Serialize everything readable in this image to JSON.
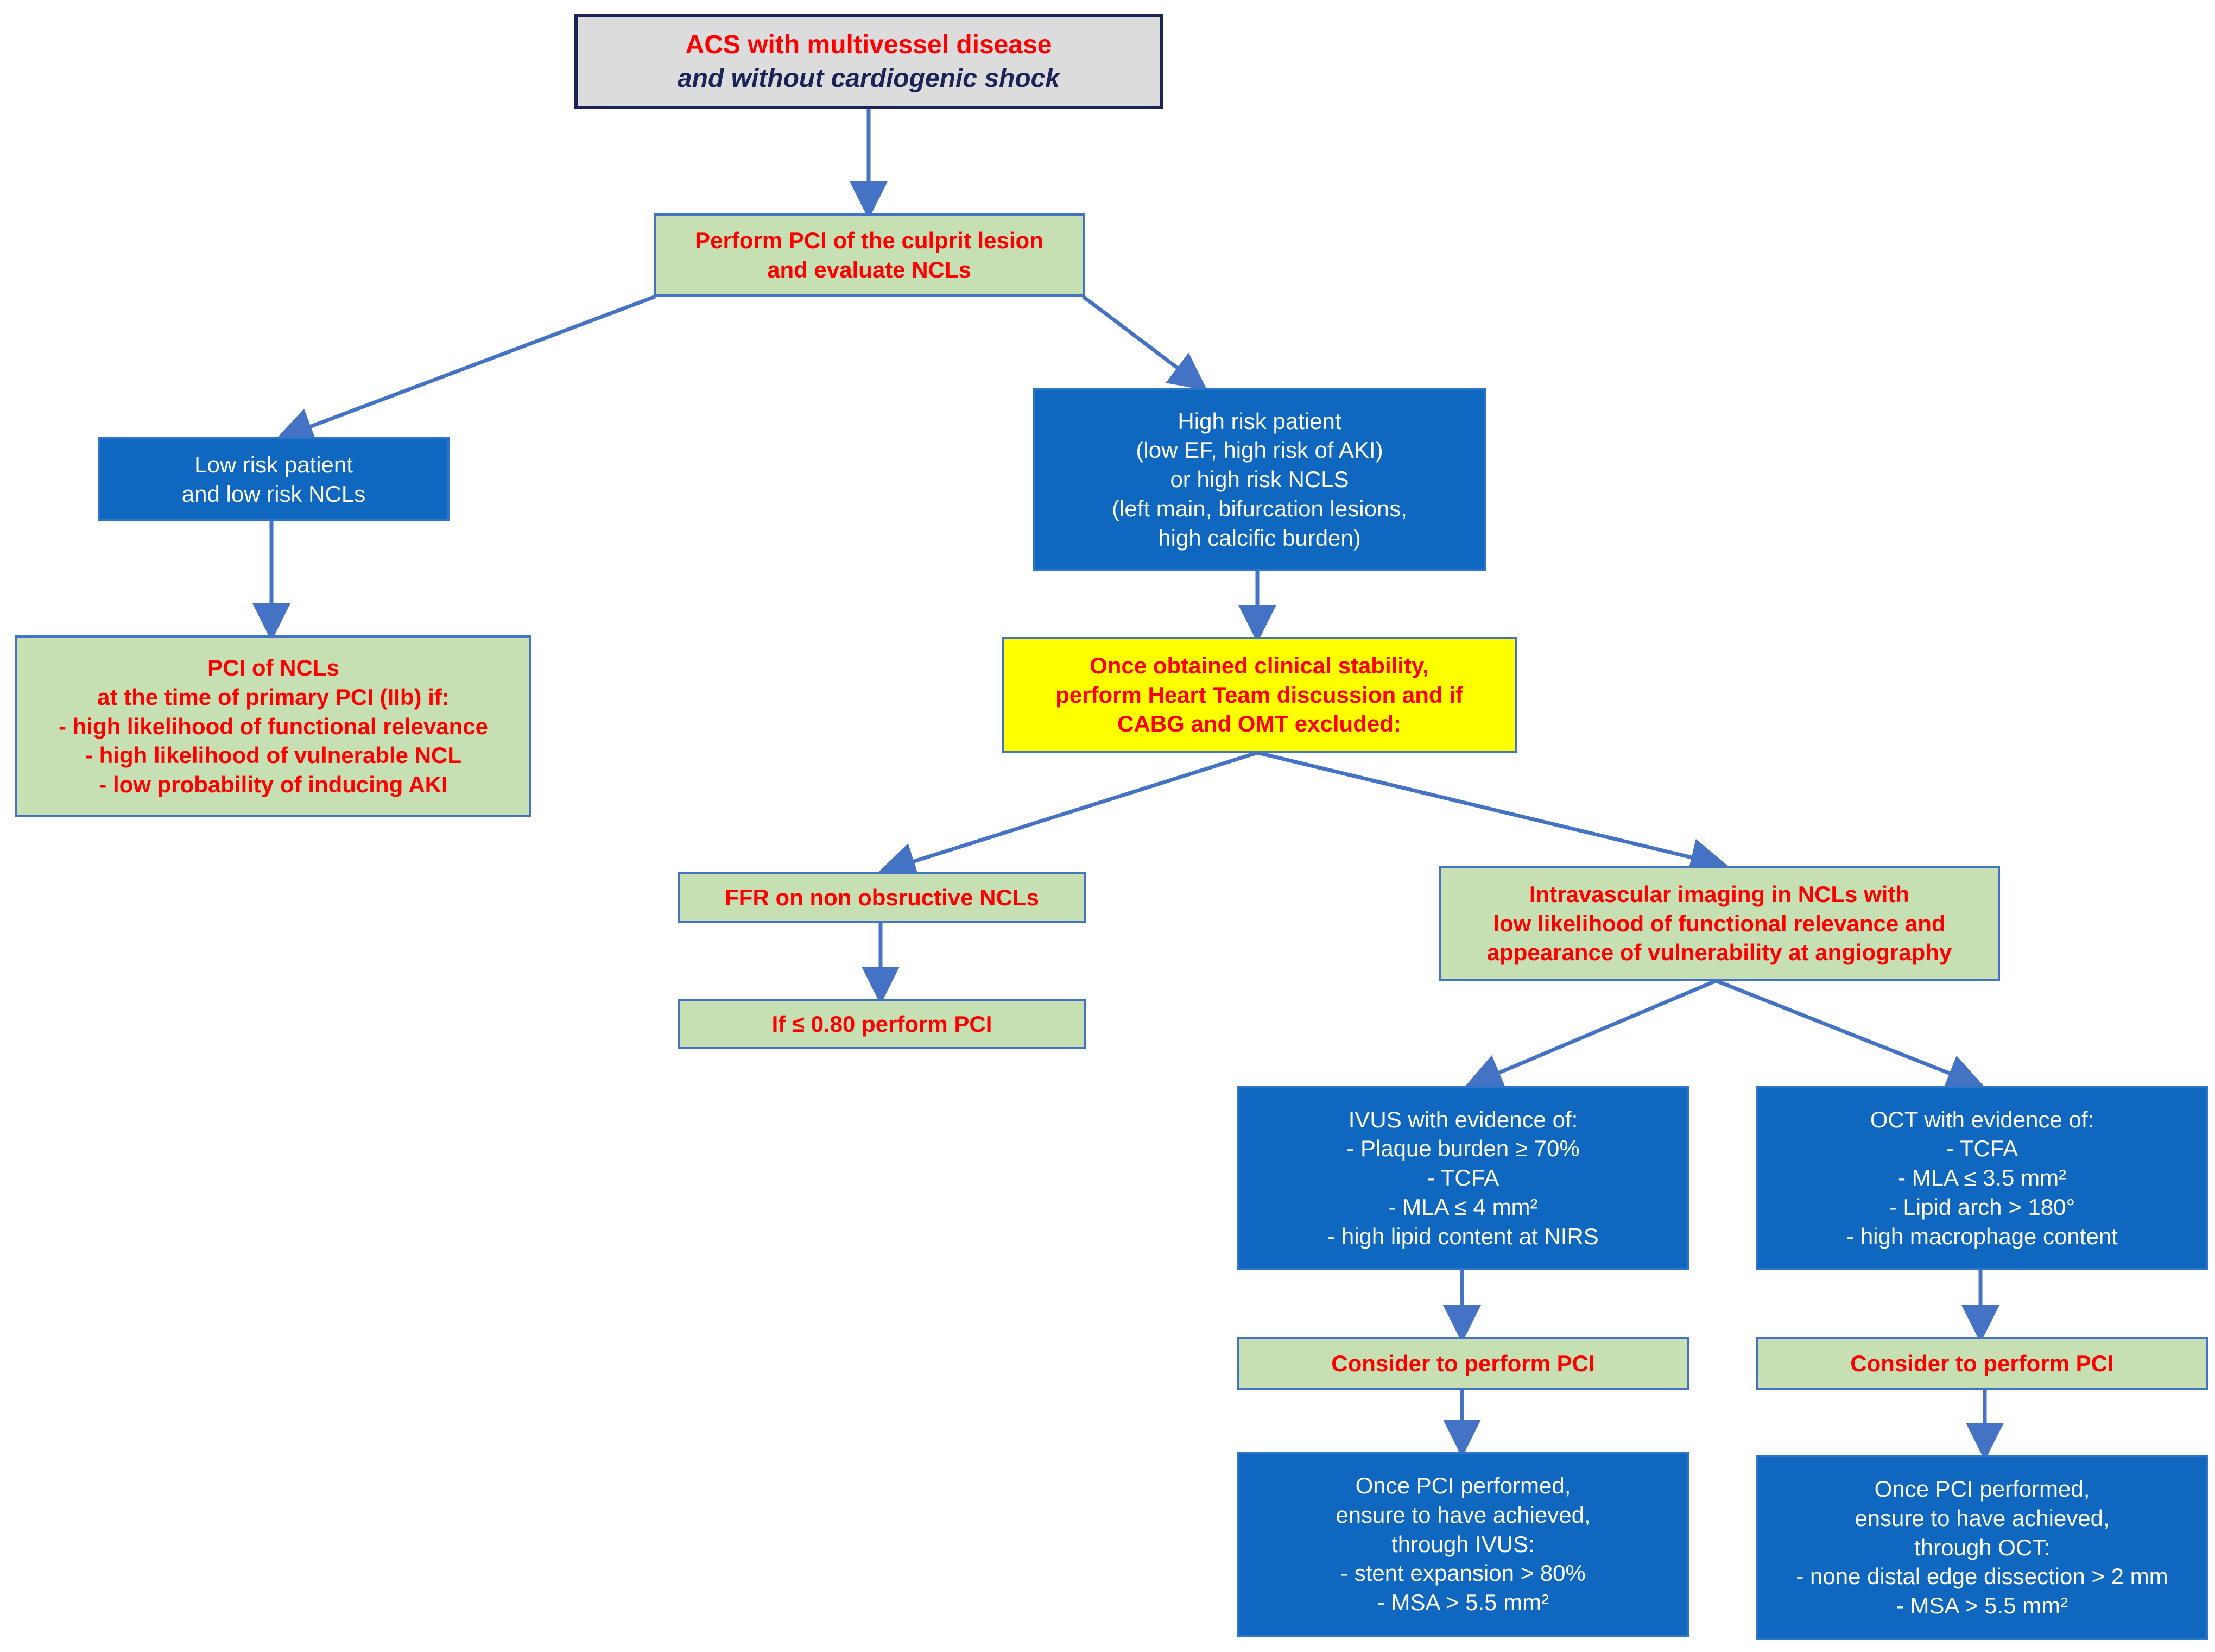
{
  "colors": {
    "connector": "#4472c4",
    "green_box": "#c6e0b4",
    "blue_box": "#0f67c0",
    "yellow_box": "#ffff00",
    "gray_box": "#dcdcdc",
    "red_text": "#ff0000",
    "navy_text": "#1c2457"
  },
  "root": {
    "line1": "ACS with multivessel disease",
    "line2": "and without cardiogenic shock"
  },
  "perform_pci": {
    "lines": [
      "Perform PCI of the culprit lesion",
      "and evaluate NCLs"
    ]
  },
  "low_risk": {
    "lines": [
      "Low risk patient",
      "and low risk NCLs"
    ]
  },
  "high_risk": {
    "lines": [
      "High risk patient",
      "(low EF, high risk of AKI)",
      "or high risk NCLS",
      "(left main, bifurcation lesions,",
      "high calcific burden)"
    ]
  },
  "pci_ncls": {
    "lines": [
      "PCI of NCLs",
      "at the time of primary PCI (IIb) if:",
      "-   high likelihood of functional relevance",
      "-   high likelihood of vulnerable NCL",
      "-   low probability of inducing AKI"
    ]
  },
  "heart_team": {
    "lines": [
      "Once obtained clinical stability,",
      "perform Heart Team discussion and if",
      "CABG and OMT excluded:"
    ]
  },
  "ffr": {
    "lines": [
      "FFR on non obsructive NCLs"
    ]
  },
  "ffr_threshold": {
    "lines": [
      "If ≤ 0.80 perform PCI"
    ]
  },
  "intravascular": {
    "lines": [
      "Intravascular imaging in NCLs with",
      "low likelihood of functional relevance and",
      "appearance of vulnerability at angiography"
    ]
  },
  "ivus": {
    "lines": [
      "IVUS with evidence of:",
      "-   Plaque burden ≥ 70%",
      "-   TCFA",
      "-   MLA ≤ 4 mm²",
      "-   high lipid content at NIRS"
    ]
  },
  "oct": {
    "lines": [
      "OCT with evidence of:",
      "-   TCFA",
      "-   MLA ≤ 3.5 mm²",
      "-   Lipid arch > 180°",
      "-   high macrophage content"
    ]
  },
  "consider_ivus": {
    "lines": [
      "Consider to perform PCI"
    ]
  },
  "consider_oct": {
    "lines": [
      "Consider to perform PCI"
    ]
  },
  "ivus_post": {
    "lines": [
      "Once PCI performed,",
      "ensure to have achieved,",
      "through IVUS:",
      "- stent expansion > 80%",
      "- MSA > 5.5 mm²"
    ]
  },
  "oct_post": {
    "lines": [
      "Once PCI performed,",
      "ensure to have achieved,",
      "through OCT:",
      "- none distal edge dissection > 2 mm",
      "- MSA > 5.5 mm²"
    ]
  }
}
